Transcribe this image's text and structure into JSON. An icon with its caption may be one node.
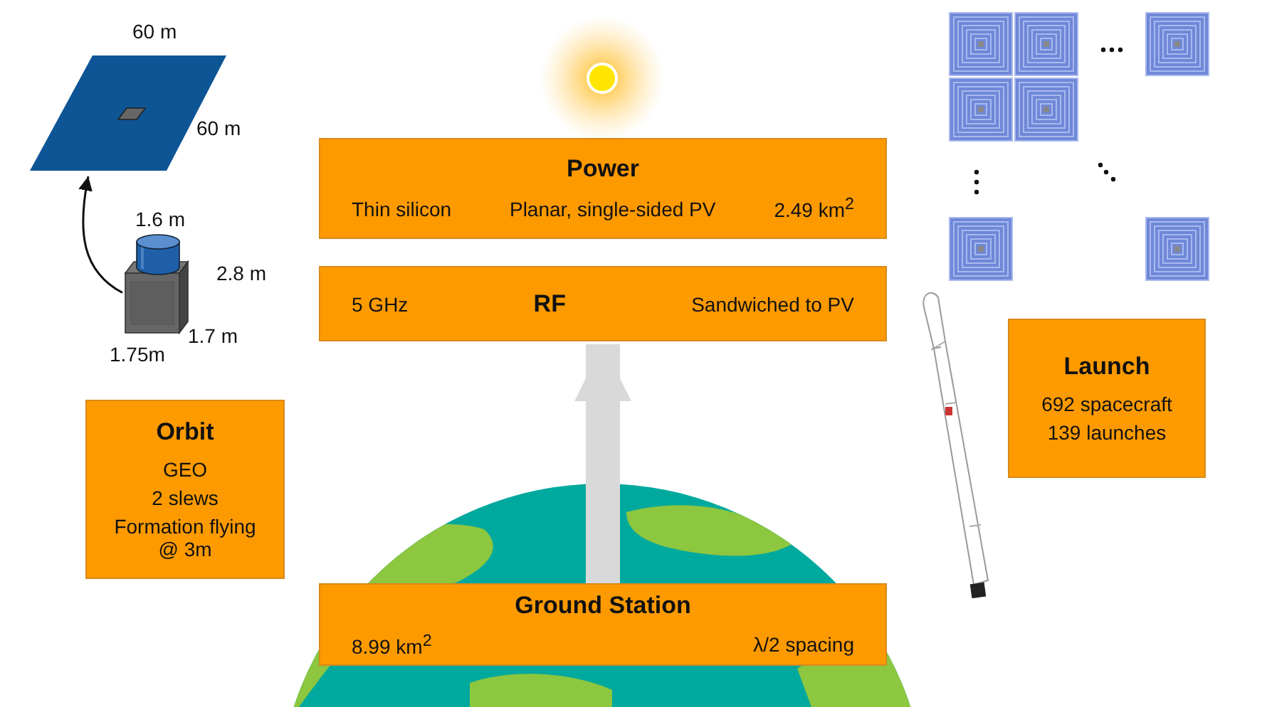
{
  "diagram": {
    "nodes": [
      {
        "text": [],
        "shape": "picture"
      },
      {
        "text": [],
        "shape": "picture"
      },
      {
        "text": [
          "Power",
          "Thin silicon",
          "Planar, single-sided PV",
          "2.49 km$^{2}$"
        ]
      },
      {
        "text": [
          "5 GHz",
          "RF",
          "Sandwiched to PV"
        ]
      },
      {
        "text": [
          "Orbit",
          "GEO",
          "2 slews",
          "Formation flying @ 3m"
        ]
      },
      {
        "text": [
          "Launch",
          "692 spacecraft",
          "139 launches"
        ]
      },
      {
        "text": [
          "Ground Station",
          "8.99 km$^{2}$",
          "λ/2 spacing"
        ]
      }
    ],
    "edges": [
      {
        "from": 1,
        "to": 0,
        "arrow": "to"
      },
      {
        "from": 6,
        "to": 3,
        "arrow": "to",
        "style": "thick",
        "color": "#d9d9d9"
      }
    ],
    "labels": [
      "60 m",
      "60 m",
      "1.6 m",
      "2.8 m",
      "1.7 m",
      "1.75m"
    ]
  }
}
